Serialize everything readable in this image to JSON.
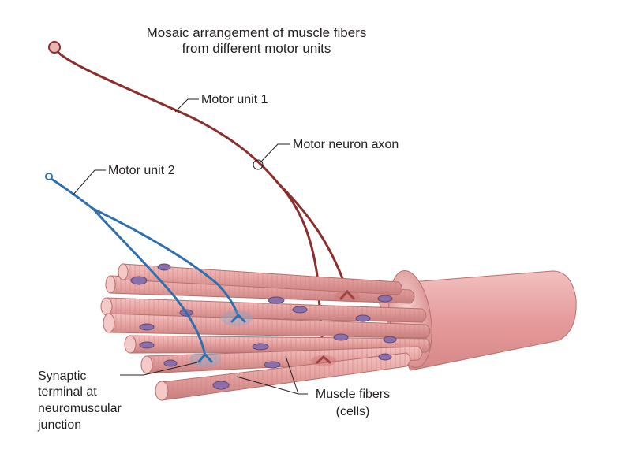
{
  "figure": {
    "title_line1": "Mosaic arrangement of muscle fibers",
    "title_line2": "from different motor units"
  },
  "labels": {
    "motor_unit_1": "Motor unit 1",
    "motor_unit_2": "Motor unit 2",
    "motor_neuron_axon": "Motor neuron axon",
    "synaptic_terminal_line1": "Synaptic",
    "synaptic_terminal_line2": "terminal at",
    "synaptic_terminal_line3": "neuromuscular",
    "synaptic_terminal_line4": "junction",
    "muscle_fibers_line1": "Muscle fibers",
    "muscle_fibers_line2": "(cells)"
  },
  "colors": {
    "motor_unit_1": "#8b2e2e",
    "motor_unit_2": "#2f6fae",
    "fiber_fill": "#e8a6a4",
    "fiber_stripe": "#c98281",
    "nucleus": "#8c6fa8",
    "bundle_fill": "#e9a2a2"
  }
}
